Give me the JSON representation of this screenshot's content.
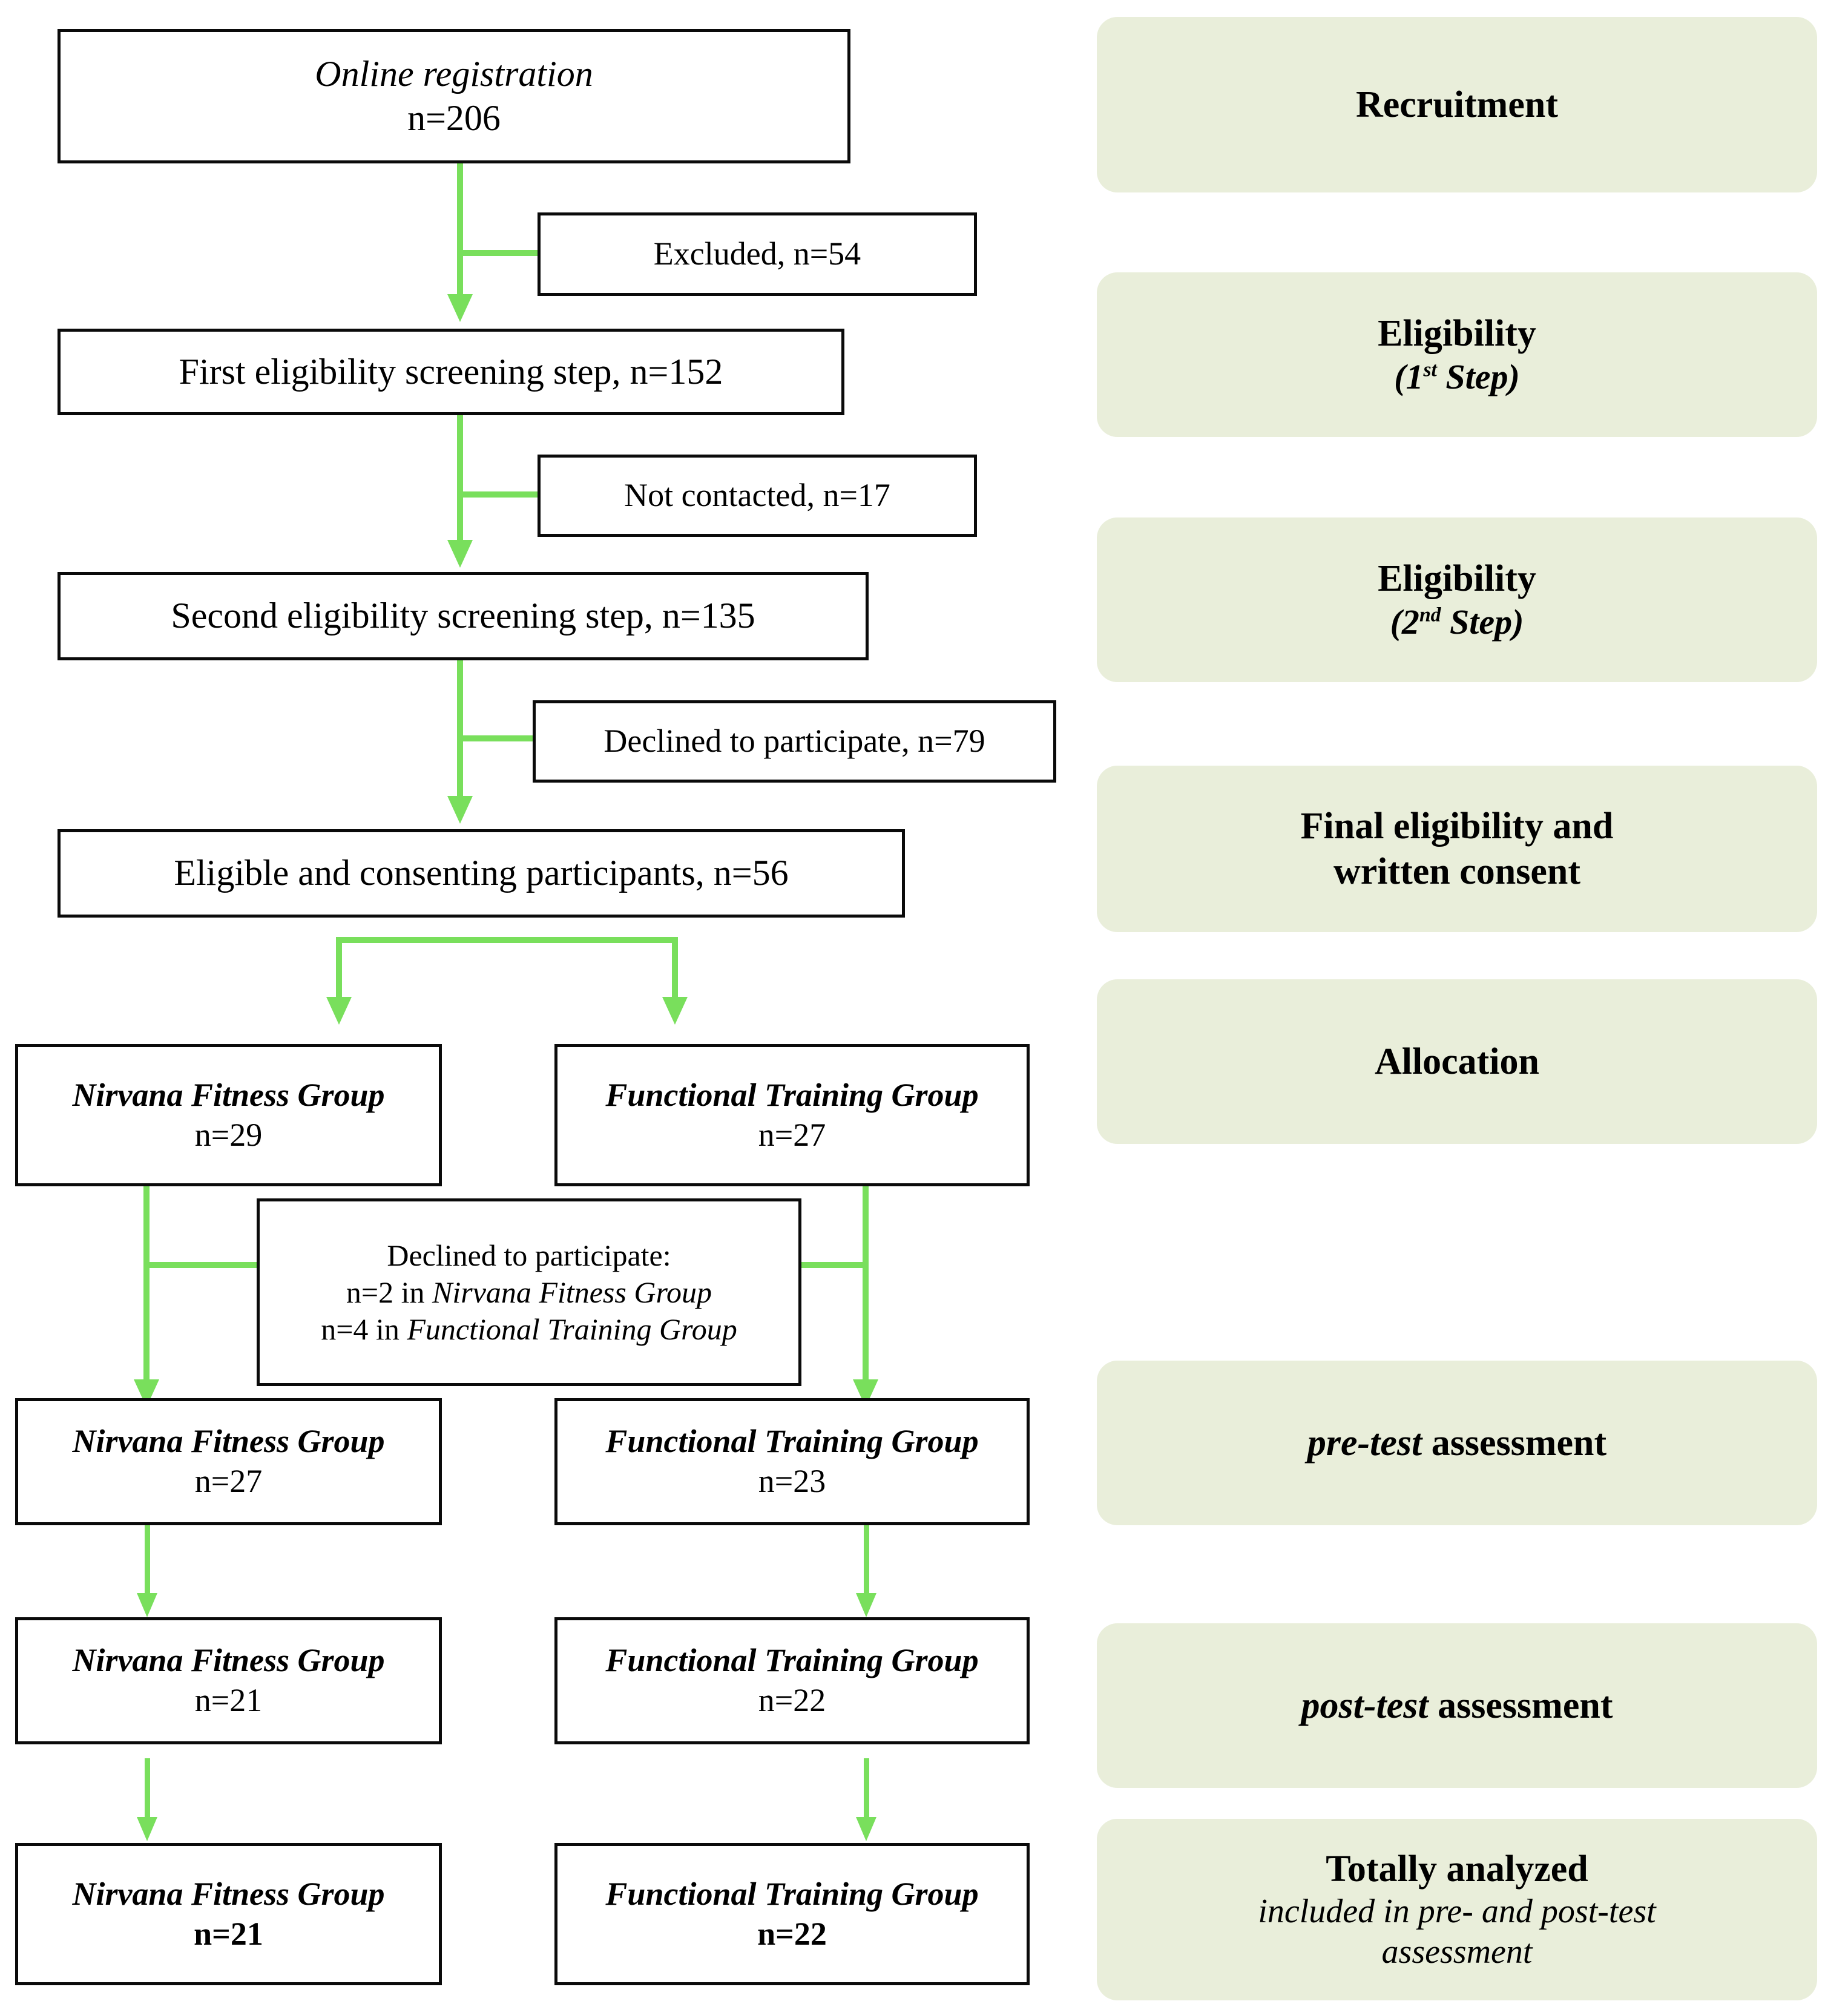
{
  "diagram": {
    "title": "CONSORT participant flow diagram",
    "accent_green_arrow": "#79df5c",
    "stage_label_background": "#e9eeda",
    "box_border_color": "#0a0a0a"
  },
  "flow_boxes": {
    "online_registration": {
      "line1": "Online registration",
      "line2": "n=206"
    },
    "excluded": {
      "line1": "Excluded, n=54"
    },
    "first_screening": {
      "line1": "First eligibility screening step, n=152"
    },
    "not_contacted": {
      "line1": "Not contacted, n=17"
    },
    "second_screening": {
      "line1": "Second eligibility screening step, n=135"
    },
    "declined_79": {
      "line1": "Declined to participate, n=79"
    },
    "eligible_consenting": {
      "line1": "Eligible and consenting participants, n=56"
    },
    "alloc_nirvana": {
      "line1": "Nirvana Fitness Group",
      "line2": "n=29"
    },
    "alloc_functional": {
      "line1": "Functional Training Group",
      "line2": "n=27"
    },
    "declined_groups": {
      "line1": "Declined to participate:",
      "line2_prefix": "n=2 in ",
      "line2_italic": "Nirvana Fitness Group",
      "line3_prefix": "n=4 in ",
      "line3_italic": "Functional Training Group"
    },
    "pretest_nirvana": {
      "line1": "Nirvana Fitness Group",
      "line2": "n=27"
    },
    "pretest_functional": {
      "line1": "Functional Training Group",
      "line2": "n=23"
    },
    "posttest_nirvana": {
      "line1": "Nirvana Fitness Group",
      "line2": "n=21"
    },
    "posttest_functional": {
      "line1": "Functional Training Group",
      "line2": "n=22"
    },
    "analyzed_nirvana": {
      "line1": "Nirvana Fitness Group",
      "line2": "n=21"
    },
    "analyzed_functional": {
      "line1": "Functional Training Group",
      "line2": "n=22"
    }
  },
  "stage_labels": {
    "recruitment": {
      "line1": "Recruitment"
    },
    "eligibility_1": {
      "line1": "Eligibility",
      "line2_pre": "(1",
      "line2_sup": "st",
      "line2_post": " Step)"
    },
    "eligibility_2": {
      "line1": "Eligibility",
      "line2_pre": "(2",
      "line2_sup": "nd",
      "line2_post": " Step)"
    },
    "final_eligibility": {
      "line1": "Final eligibility and",
      "line2": "written consent"
    },
    "allocation": {
      "line1": "Allocation"
    },
    "pretest": {
      "line1_italic": "pre-test",
      "line1_bold": " assessment"
    },
    "posttest": {
      "line1_italic": "post-test",
      "line1_bold": " assessment"
    },
    "totally_analyzed": {
      "line1": "Totally analyzed",
      "line2": "included in pre- and post-test",
      "line3": "assessment"
    }
  }
}
